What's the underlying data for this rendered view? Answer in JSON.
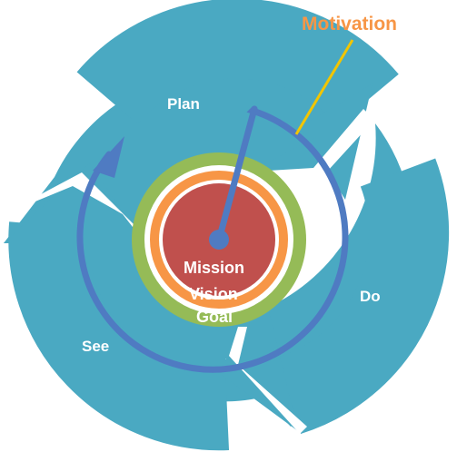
{
  "labels": {
    "motivation": "Motivation",
    "plan": "Plan",
    "do": "Do",
    "see": "See",
    "mission": "Mission",
    "vision": "Vision",
    "goal": "Goal"
  },
  "colors": {
    "cycle": "#4aa9c2",
    "outer_ring": "#95bb57",
    "middle_ring": "#f79646",
    "core": "#c0504d",
    "indicator": "#4f7bc2",
    "motivation_text": "#f79646",
    "motivation_line": "#f2c500"
  }
}
